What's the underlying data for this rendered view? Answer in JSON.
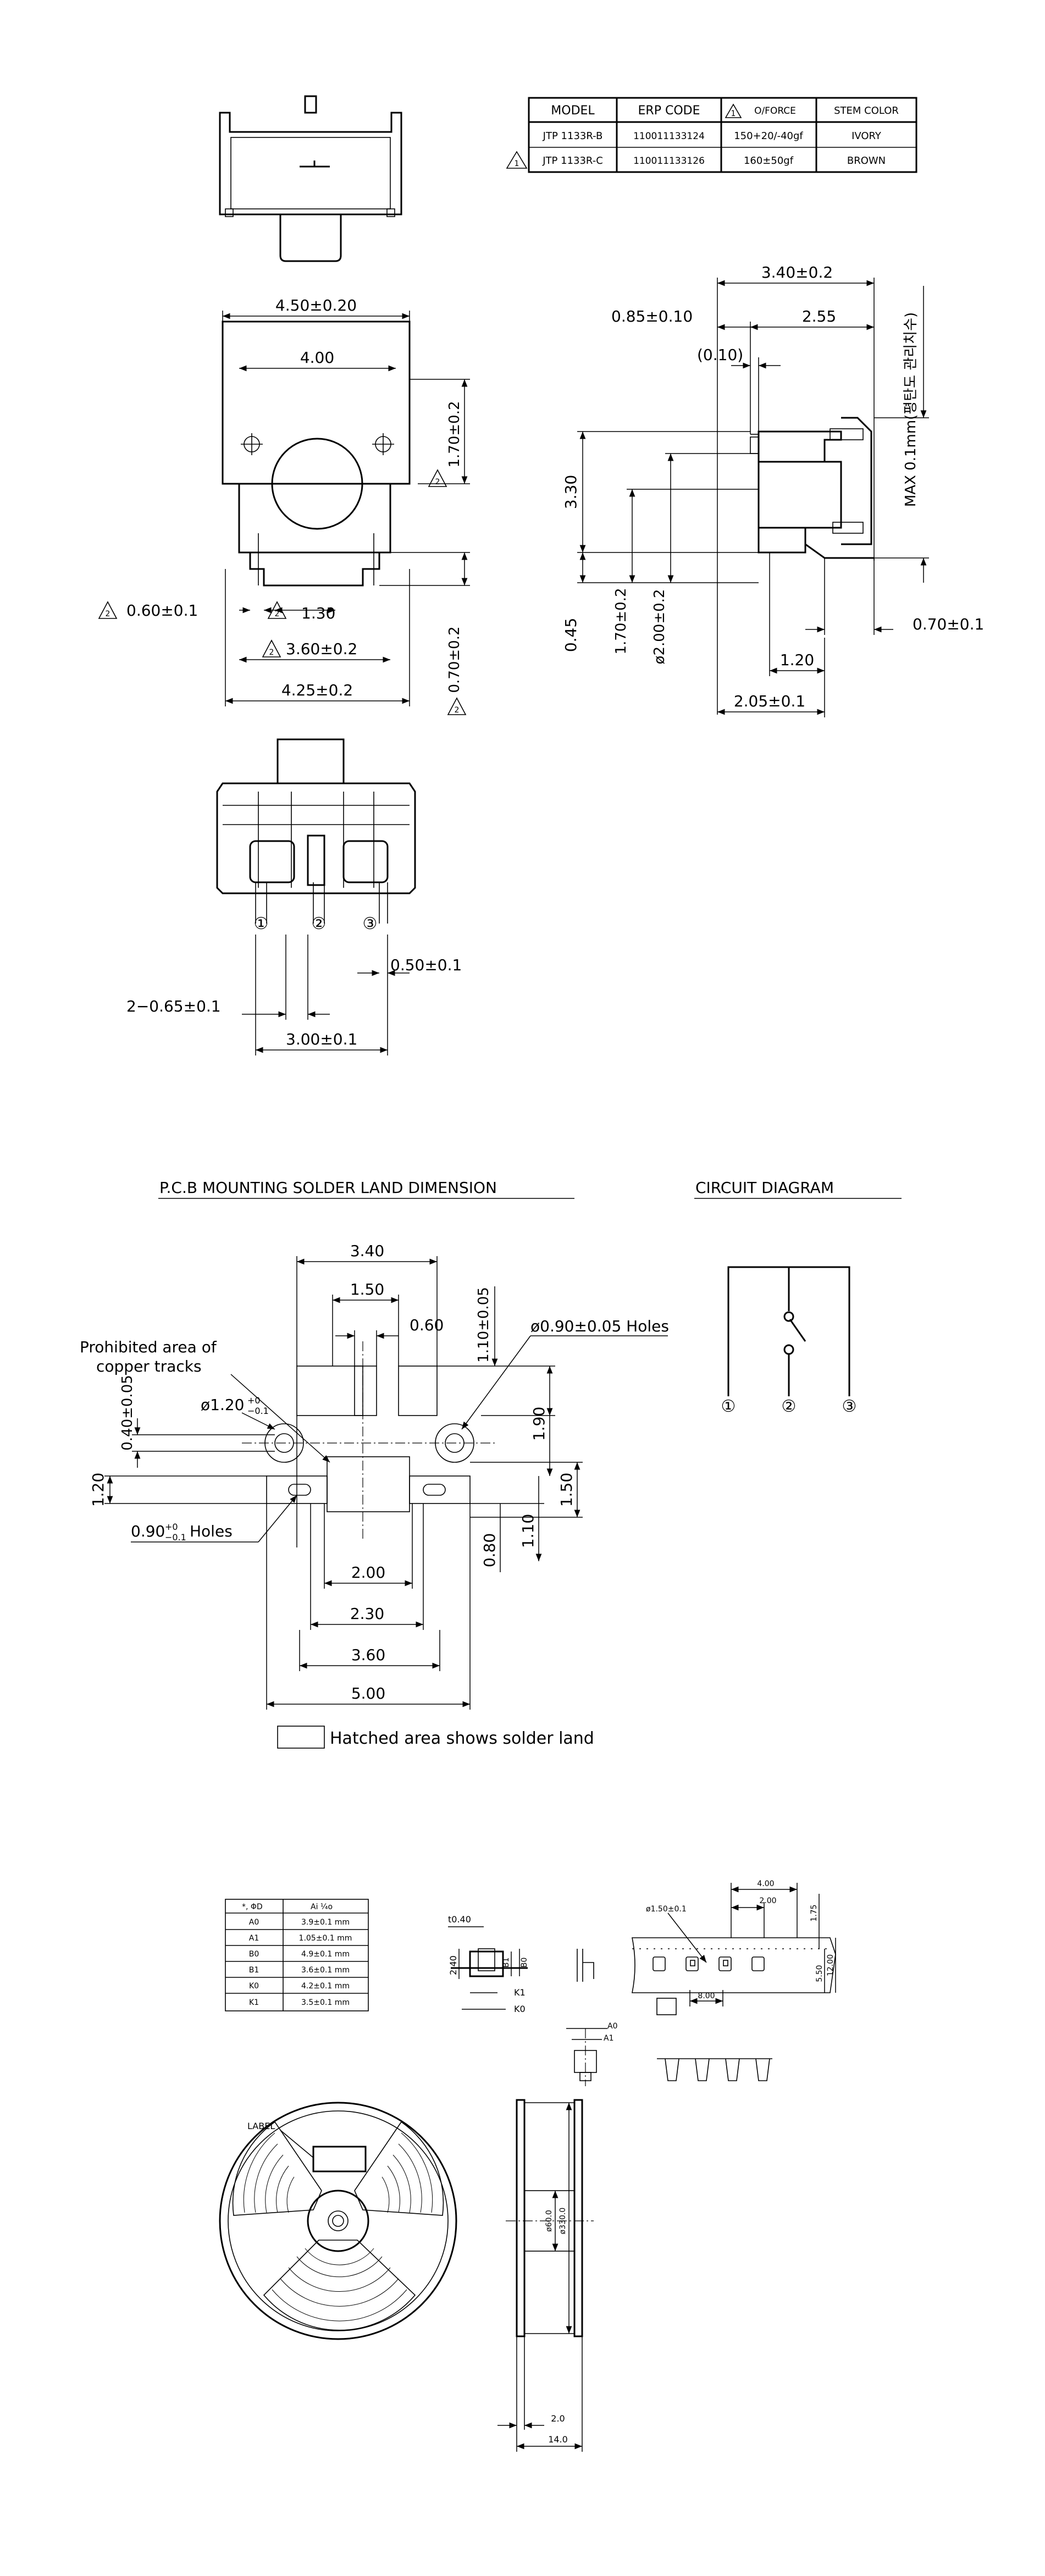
{
  "spec_table": {
    "headers": [
      "MODEL",
      "ERP CODE",
      "O/FORCE",
      "STEM COLOR"
    ],
    "rows": [
      [
        "JTP 1133R-B",
        "110011133124",
        "150+20/-40gf",
        "IVORY"
      ],
      [
        "JTP 1133R-C",
        "110011133126",
        "160±50gf",
        "BROWN"
      ]
    ],
    "revision_mark": "1"
  },
  "front_view": {
    "width_overall": "4.50±0.20",
    "width_inner": "4.00",
    "height_upper": "1.70±0.2",
    "terminal_offset": "0.60±0.1",
    "terminal_pitch": "1.30",
    "terminal_span": "3.60±0.2",
    "base_width": "4.25±0.2",
    "terminal_height": "0.70±0.2",
    "revision_mark": "2"
  },
  "side_view": {
    "total_length": "3.40±0.2",
    "front_offset": "0.85±0.10",
    "rear_length": "2.55",
    "gap": "(0.10)",
    "height": "3.30",
    "lower_height": "0.45",
    "stem_height": "1.70±0.2",
    "stem_diameter": "ø2.00±0.2",
    "terminal_length": "0.70±0.1",
    "terminal_width": "1.20",
    "base_depth": "2.05±0.1",
    "max_note": "MAX 0.1mm(평탄도 관리치수)"
  },
  "bottom_view": {
    "pin_labels": [
      "①",
      "②",
      "③"
    ],
    "pin_width": "0.50±0.1",
    "pin_spacing": "2−0.65±0.1",
    "pin_span": "3.00±0.1"
  },
  "pcb_layout": {
    "title": "P.C.B MOUNTING SOLDER LAND DIMENSION",
    "prohibited_label": "Prohibited area of copper tracks",
    "holes_large": "ø0.90±0.05 Holes",
    "holes_small": "0.90+0 -0.1 Holes",
    "hole_dia": "ø1.20+0 -0.1",
    "dims": {
      "top_span": "3.40",
      "top_center": "1.50",
      "pad_width": "0.60",
      "pad_height": "1.10±0.05",
      "vertical_mid": "1.90",
      "hole_offset": "0.40±0.05",
      "left_height": "1.20",
      "right_pad": "1.50",
      "bottom_pad": "1.10",
      "bottom_small": "0.80",
      "bottom_dims": [
        "2.00",
        "2.30",
        "3.60",
        "5.00"
      ]
    },
    "legend": "Hatched area shows solder land"
  },
  "circuit": {
    "title": "CIRCUIT DIAGRAM",
    "terminals": [
      "①",
      "②",
      "③"
    ]
  },
  "tape_table": {
    "header": [
      "*,   ΦD",
      "Ai   ¼o"
    ],
    "rows": [
      [
        "A0",
        "3.9±0.1 mm"
      ],
      [
        "A1",
        "1.05±0.1 mm"
      ],
      [
        "B0",
        "4.9±0.1 mm"
      ],
      [
        "B1",
        "3.6±0.1 mm"
      ],
      [
        "K0",
        "4.2±0.1 mm"
      ],
      [
        "K1",
        "3.5±0.1 mm"
      ]
    ]
  },
  "tape_dims": {
    "thickness": "t0.40",
    "height": "2.40",
    "b1": "B1",
    "b0": "B0",
    "k1": "K1",
    "k0": "K0",
    "a0": "A0",
    "a1": "A1",
    "hole": "ø1.50±0.1",
    "pitch4": "4.00",
    "pitch2": "2.00",
    "edge": "1.75",
    "carrier": "5.50",
    "width": "12.00",
    "pocket_pitch": "8.00"
  },
  "reel": {
    "label": "LABEL",
    "hub": "ø60.0",
    "outer": "ø330.0",
    "gap": "2.0",
    "width": "14.0"
  }
}
